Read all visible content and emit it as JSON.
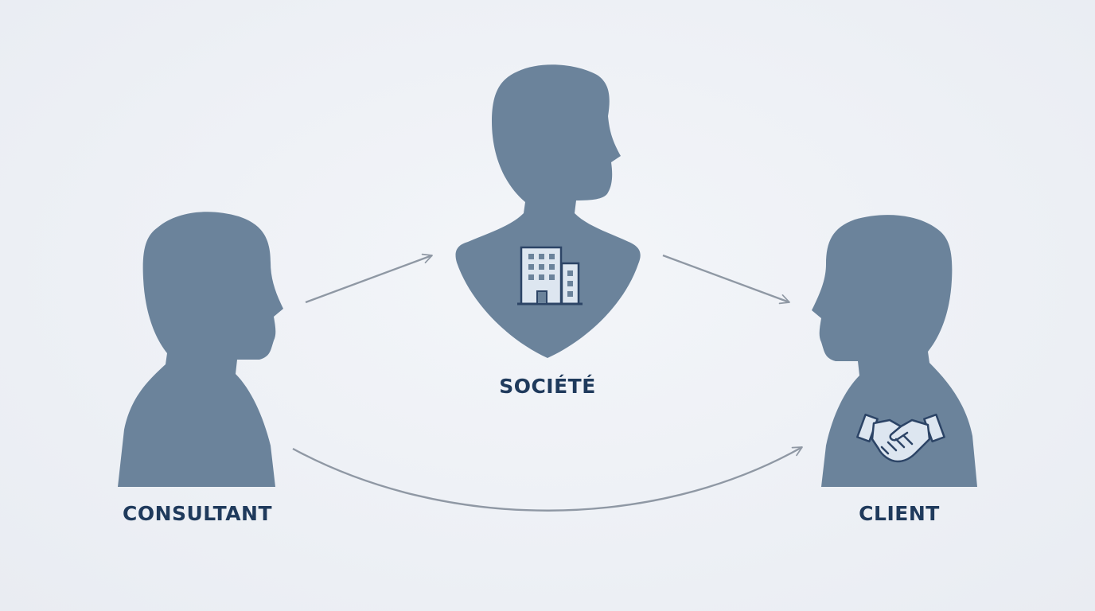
{
  "nodes": {
    "consultant": {
      "label": "CONSULTANT"
    },
    "societe": {
      "label": "SOCIÉTÉ",
      "icon": "building-icon"
    },
    "client": {
      "label": "CLIENT",
      "icon": "handshake-icon"
    }
  },
  "colors": {
    "silhouette": "#6b839b",
    "label": "#1f3a5c",
    "arrow": "#8f98a4",
    "icon_stroke": "#2c4466",
    "icon_fill": "#dde6f0",
    "background": "#eef1f6"
  }
}
